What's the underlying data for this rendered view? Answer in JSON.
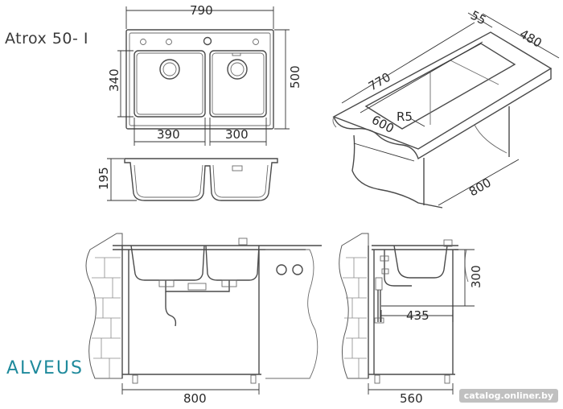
{
  "product": {
    "model_title": "Atrox 50- I",
    "brand_logo": "ALVEUS",
    "source_badge": "catalog.onliner.by"
  },
  "top_view_dimensions": {
    "overall_width": "790",
    "overall_depth": "500",
    "bowl_depth": "340",
    "left_bowl_width": "390",
    "right_bowl_width": "300"
  },
  "side_view_dimensions": {
    "bowl_height": "195"
  },
  "cutout_view_dimensions": {
    "ledge": "55",
    "cutout_depth_outer": "480",
    "cutout_width_outer": "770",
    "corner_radius": "R5",
    "worktop_depth": "600",
    "cabinet_width": "800"
  },
  "installation_front_dimensions": {
    "cabinet_width": "800"
  },
  "installation_side_dimensions": {
    "drain_height": "300",
    "drain_offset": "435",
    "cabinet_depth": "560"
  },
  "colors": {
    "brand": "#1f8a9c",
    "line": "#4a4a4a"
  }
}
